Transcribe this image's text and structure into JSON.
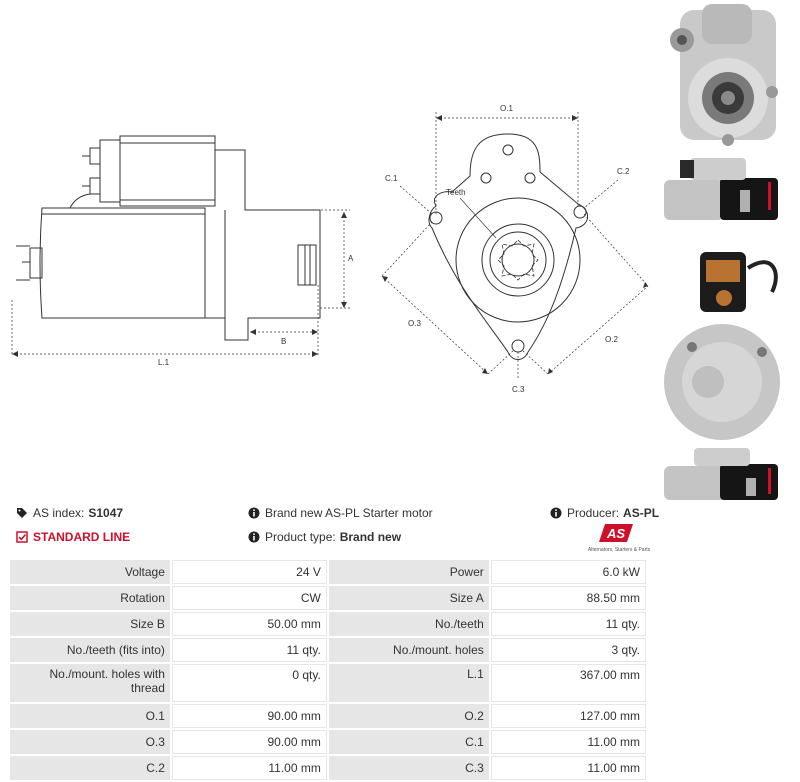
{
  "drawing": {
    "labels": {
      "A": "A",
      "B": "B",
      "L1": "L.1",
      "O1": "O.1",
      "O2": "O.2",
      "O3": "O.3",
      "C1": "C.1",
      "C2": "C.2",
      "C3": "C.3",
      "teeth": "Teeth"
    },
    "line_color": "#333333"
  },
  "header": {
    "index_label": "AS index:",
    "index_value": "S1047",
    "line_label": "STANDARD LINE",
    "description": "Brand new AS-PL Starter motor",
    "type_label": "Product type:",
    "type_value": "Brand new",
    "producer_label": "Producer:",
    "producer_value": "AS-PL",
    "logo_text": "AS",
    "logo_tagline": "Alternators, Starters & Parts"
  },
  "specs": [
    {
      "l1": "Voltage",
      "v1": "24 V",
      "l2": "Power",
      "v2": "6.0 kW"
    },
    {
      "l1": "Rotation",
      "v1": "CW",
      "l2": "Size A",
      "v2": "88.50 mm"
    },
    {
      "l1": "Size B",
      "v1": "50.00 mm",
      "l2": "No./teeth",
      "v2": "11 qty."
    },
    {
      "l1": "No./teeth (fits into)",
      "v1": "11 qty.",
      "l2": "No./mount. holes",
      "v2": "3 qty."
    },
    {
      "l1": "No./mount. holes with thread",
      "v1": "0 qty.",
      "l2": "L.1",
      "v2": "367.00 mm"
    },
    {
      "l1": "O.1",
      "v1": "90.00 mm",
      "l2": "O.2",
      "v2": "127.00 mm"
    },
    {
      "l1": "O.3",
      "v1": "90.00 mm",
      "l2": "C.1",
      "v2": "11.00 mm"
    },
    {
      "l1": "C.2",
      "v1": "11.00 mm",
      "l2": "C.3",
      "v2": "11.00 mm"
    }
  ],
  "colors": {
    "brand_red": "#d0102b",
    "table_label_bg": "#e6e6e6"
  },
  "icons": [
    "tag-icon",
    "check-square-icon",
    "info-icon"
  ]
}
